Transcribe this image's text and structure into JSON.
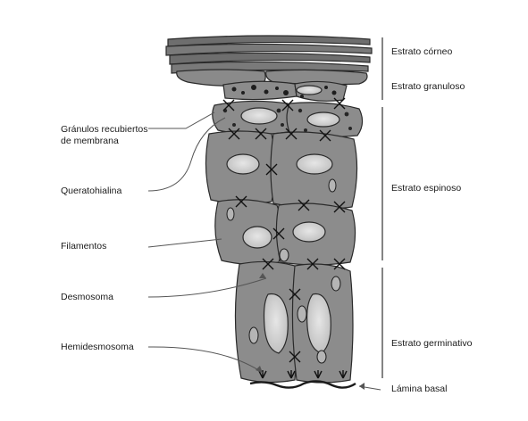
{
  "left_labels": {
    "granules_line1": "Gránulos recubiertos",
    "granules_line2": "de membrana",
    "keratohyalin": "Queratohialina",
    "filaments": "Filamentos",
    "desmosome": "Desmosoma",
    "hemidesmosome": "Hemidesmosoma"
  },
  "right_labels": {
    "stratum_corneum": "Estrato córneo",
    "stratum_granulosum": "Estrato granuloso",
    "stratum_spinosum": "Estrato espinoso",
    "stratum_germinativum": "Estrato germinativo",
    "basal_lamina": "Lámina basal"
  },
  "colors": {
    "cell_fill": "#8c8c8c",
    "nucleus_fill": "#d2d2d2",
    "outline": "#2a2a2a",
    "corneum_fill": "#6e6e6e"
  }
}
